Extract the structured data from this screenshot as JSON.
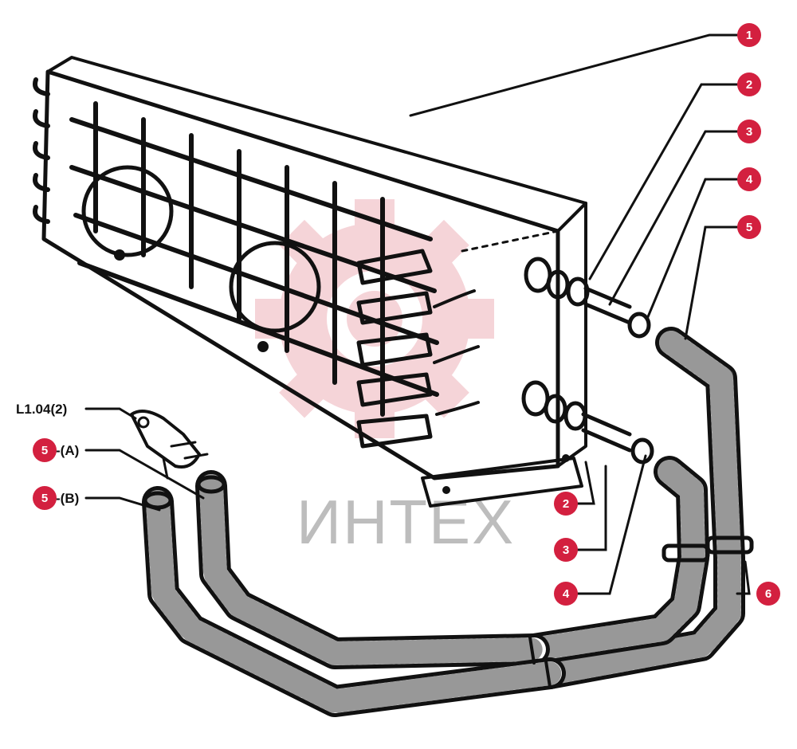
{
  "watermark": {
    "text": "ИНТЕХ",
    "color": "#d8d8d8",
    "gear_color": "#f2c6cc"
  },
  "accent_color": "#d3203f",
  "callouts": [
    {
      "id": "c1",
      "number": "1"
    },
    {
      "id": "c2",
      "number": "2"
    },
    {
      "id": "c3",
      "number": "3"
    },
    {
      "id": "c4",
      "number": "4"
    },
    {
      "id": "c5",
      "number": "5"
    },
    {
      "id": "c6",
      "number": "6"
    },
    {
      "id": "c2b",
      "number": "2"
    },
    {
      "id": "c3b",
      "number": "3"
    },
    {
      "id": "c4b",
      "number": "4"
    },
    {
      "id": "c5a",
      "number": "5"
    },
    {
      "id": "c5b",
      "number": "5"
    }
  ],
  "labels": {
    "ref": "L1.04(2)",
    "hose_a": "-(A)",
    "hose_b": "-(B)"
  }
}
